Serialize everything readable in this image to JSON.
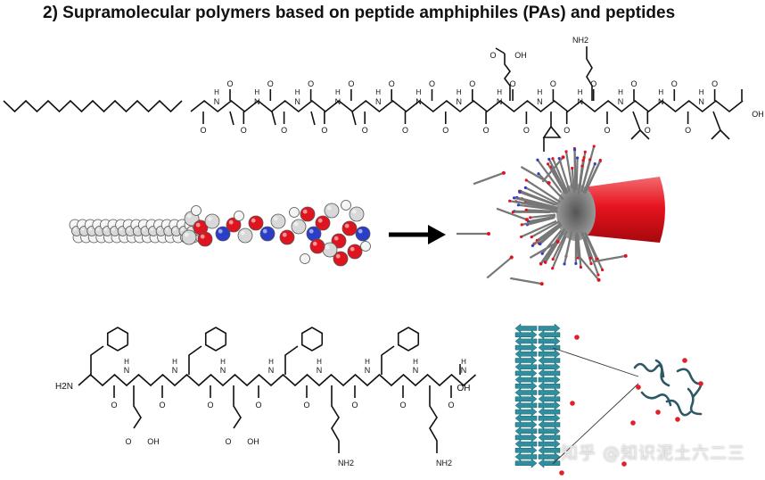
{
  "figure": {
    "title": "2) Supramolecular polymers based on peptide amphiphiles (PAs) and peptides"
  },
  "pa_structure": {
    "side_chain_labels": [
      "O",
      "OH",
      "NH2"
    ],
    "terminal_label": "OH",
    "carbonyl_label": "O",
    "amide_label": "N",
    "amide_h_label": "H"
  },
  "peptide_structure": {
    "n_terminus_label": "H2N",
    "c_terminus_label": "OH",
    "acid_label": "OH",
    "amine_label": "NH2",
    "carbonyl_label": "O",
    "amide_label": "N",
    "amide_h_label": "H"
  },
  "watermark": "知乎 @知识泥土六二三",
  "colors": {
    "carbon": "#d8d8d8",
    "oxygen": "#e0141e",
    "nitrogen": "#2a3ec8",
    "fiber": "#e8141e",
    "sheet_arrow": "#2f8f9e",
    "particle": "#e0202a",
    "coil": "#2f5866"
  }
}
